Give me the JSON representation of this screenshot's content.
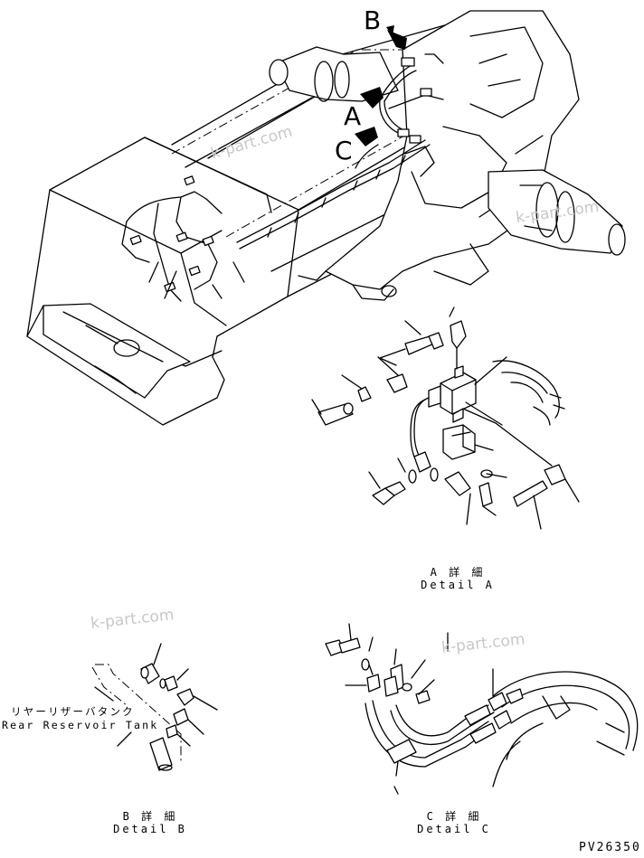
{
  "callouts": {
    "a": "A",
    "b": "B",
    "c": "C"
  },
  "watermark": "k-part.com",
  "detail_a": {
    "jp": "A 詳 細",
    "en": "Detail A"
  },
  "detail_b": {
    "jp": "B 詳 細",
    "en": "Detail B"
  },
  "detail_c": {
    "jp": "C 詳 細",
    "en": "Detail C"
  },
  "tank_label": {
    "jp": "リヤーリザーバタンク",
    "en": "Rear Reservoir Tank"
  },
  "drawing_number": "PV26350"
}
